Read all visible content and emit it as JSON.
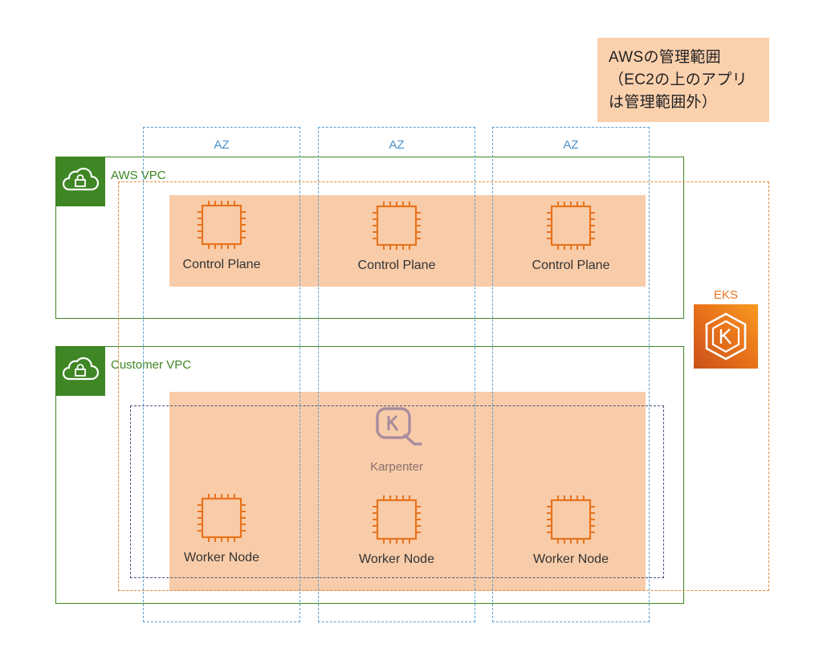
{
  "note": {
    "lines": [
      "AWSの管理範囲",
      "（EC2の上のアプリ",
      "は管理範囲外）"
    ]
  },
  "az_zones": [
    {
      "label": "AZ"
    },
    {
      "label": "AZ"
    },
    {
      "label": "AZ"
    }
  ],
  "aws_vpc": {
    "label": "AWS VPC",
    "icon": "vpc-cloud-lock-icon"
  },
  "customer_vpc": {
    "label": "Customer VPC",
    "icon": "vpc-cloud-lock-icon"
  },
  "control_plane_nodes": [
    {
      "label": "Control Plane",
      "icon": "ec2-chip-icon"
    },
    {
      "label": "Control Plane",
      "icon": "ec2-chip-icon"
    },
    {
      "label": "Control Plane",
      "icon": "ec2-chip-icon"
    }
  ],
  "worker_nodes": [
    {
      "label": "Worker Node",
      "icon": "ec2-chip-icon"
    },
    {
      "label": "Worker Node",
      "icon": "ec2-chip-icon"
    },
    {
      "label": "Worker Node",
      "icon": "ec2-chip-icon"
    }
  ],
  "karpenter": {
    "label": "Karpenter",
    "icon": "karpenter-icon"
  },
  "eks": {
    "label": "EKS",
    "icon": "eks-icon"
  },
  "colors": {
    "vpc_green": "#3f8624",
    "az_blue": "#5a9fd4",
    "eks_orange": "#e7731d",
    "band_fill": "#f8c7a0",
    "chip_orange": "#e7731d",
    "note_fill": "#fbd0ad"
  }
}
